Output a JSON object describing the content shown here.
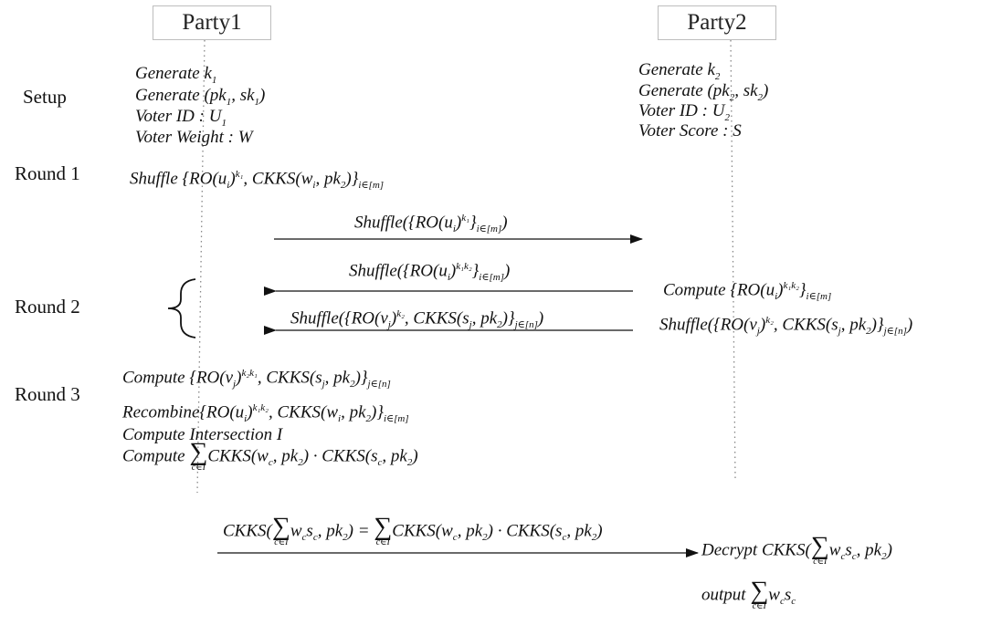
{
  "parties": {
    "p1": "Party1",
    "p2": "Party2"
  },
  "phases": {
    "setup": "Setup",
    "round1": "Round 1",
    "round2": "Round 2",
    "round3": "Round 3"
  },
  "p1_setup": {
    "gen_k": "Generate k",
    "gen_k_sub": "1",
    "gen_pk_pre": "Generate (pk",
    "gen_pk_sub1": "1",
    "gen_pk_mid": ", sk",
    "gen_pk_sub2": "1",
    "gen_pk_end": ")",
    "voter_id": "Voter ID : U",
    "voter_id_sub": "1",
    "voter_weight": "Voter Weight : W"
  },
  "p2_setup": {
    "gen_k": "Generate k",
    "gen_k_sub": "2",
    "gen_pk_pre": "Generate (pk",
    "gen_pk_sub1": "2",
    "gen_pk_mid": ", sk",
    "gen_pk_sub2": "2",
    "gen_pk_end": ")",
    "voter_id": "Voter ID : U",
    "voter_id_sub": "2",
    "voter_score": "Voter Score : S"
  },
  "round1_p1": {
    "pre": "Shuffle {RO(u",
    "i": "i",
    "sup": "k₁",
    "mid": ", CKKS(w",
    "i2": "i",
    "post": ", pk",
    "pk_sub": "2",
    "end": ")}",
    "set": "i∈[m]"
  },
  "msg1": {
    "pre": "Shuffle({RO(u",
    "i": "i",
    "sup": "k₁",
    "end": "}",
    "set": "i∈[m]",
    "close": ")"
  },
  "msg2": {
    "pre": "Shuffle({RO(u",
    "i": "i",
    "sup": "k₁k₂",
    "end": "}",
    "set": "i∈[m]",
    "close": ")"
  },
  "msg3": {
    "pre": "Shuffle({RO(v",
    "j": "j",
    "sup": "k₂",
    "mid": ", CKKS(s",
    "j2": "j",
    "post": ", pk",
    "pk_sub": "2",
    "end": ")}",
    "set": "j∈[n]",
    "close": ")"
  },
  "p2_compute": {
    "pre": "Compute {RO(u",
    "i": "i",
    "sup": "k₁k₂",
    "end": "}",
    "set": "i∈[m]"
  },
  "p2_shuffle": {
    "pre": "Shuffle({RO(v",
    "j": "j",
    "sup": "k₂",
    "mid": ", CKKS(s",
    "j2": "j",
    "post": ", pk",
    "pk_sub": "2",
    "end": ")}",
    "set": "j∈[n]",
    "close": ")"
  },
  "round3": {
    "compute1_pre": "Compute {RO(v",
    "compute1_j": "j",
    "compute1_sup": "k₂k₁",
    "compute1_mid": ", CKKS(s",
    "compute1_j2": "j",
    "compute1_post": ", pk",
    "compute1_pk": "2",
    "compute1_end": ")}",
    "compute1_set": "j∈[n]",
    "recombine_pre": "Recombine{RO(u",
    "recombine_i": "i",
    "recombine_sup": "k₁k₂",
    "recombine_mid": ", CKKS(w",
    "recombine_i2": "i",
    "recombine_post": ", pk",
    "recombine_pk": "2",
    "recombine_end": ")}",
    "recombine_set": "i∈[m]",
    "intersection": "Compute Intersection I",
    "compute2_pre": "Compute",
    "sum_lim": "c∈I",
    "compute2_body1": "CKKS(w",
    "compute2_c1": "c",
    "compute2_pk1": ", pk",
    "compute2_pks1": "2",
    "compute2_dot": ") · CKKS(s",
    "compute2_c2": "c",
    "compute2_pk2": ", pk",
    "compute2_pks2": "2",
    "compute2_end": ")"
  },
  "final_msg": {
    "pre": "CKKS(",
    "sum_lim": "c∈I",
    "w": "w",
    "wc": "c",
    "s": "s",
    "sc": "c",
    "mid": ", pk",
    "pk_sub": "2",
    "eq": ") =",
    "body1": "CKKS(w",
    "c1": "c",
    "pk1": ", pk",
    "pks1": "2",
    "dot": ") · CKKS(s",
    "c2": "c",
    "pk2": ", pk",
    "pks2": "2",
    "end": ")"
  },
  "decrypt": {
    "pre": "Decrypt  CKKS(",
    "sum_lim": "c∈I",
    "w": "w",
    "wc": "c",
    "s": "s",
    "sc": "c",
    "mid": ", pk",
    "pk_sub": "2",
    "end": ")"
  },
  "output": {
    "pre": "output",
    "sum_lim": "c∈I",
    "w": "w",
    "wc": "c",
    "s": "s",
    "sc": "c"
  },
  "colors": {
    "line": "#111111",
    "lifeline": "#888888",
    "box_border": "#bdbdbd"
  }
}
